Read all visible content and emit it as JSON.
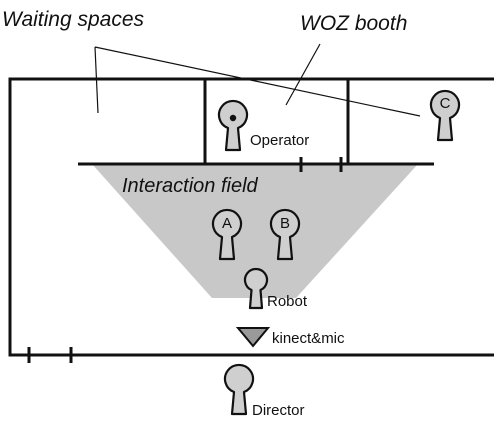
{
  "labels": {
    "waiting_spaces": "Waiting spaces",
    "woz_booth": "WOZ booth",
    "interaction_field": "Interaction field",
    "operator": "Operator",
    "robot": "Robot",
    "kinect_mic": "kinect&mic",
    "director": "Director"
  },
  "people": {
    "a": "A",
    "b": "B",
    "c": "C"
  },
  "colors": {
    "stroke": "#111111",
    "field_fill": "#c8c8c8",
    "person_fill": "#cfcfcf",
    "sensor_fill": "#9a9a9a"
  }
}
